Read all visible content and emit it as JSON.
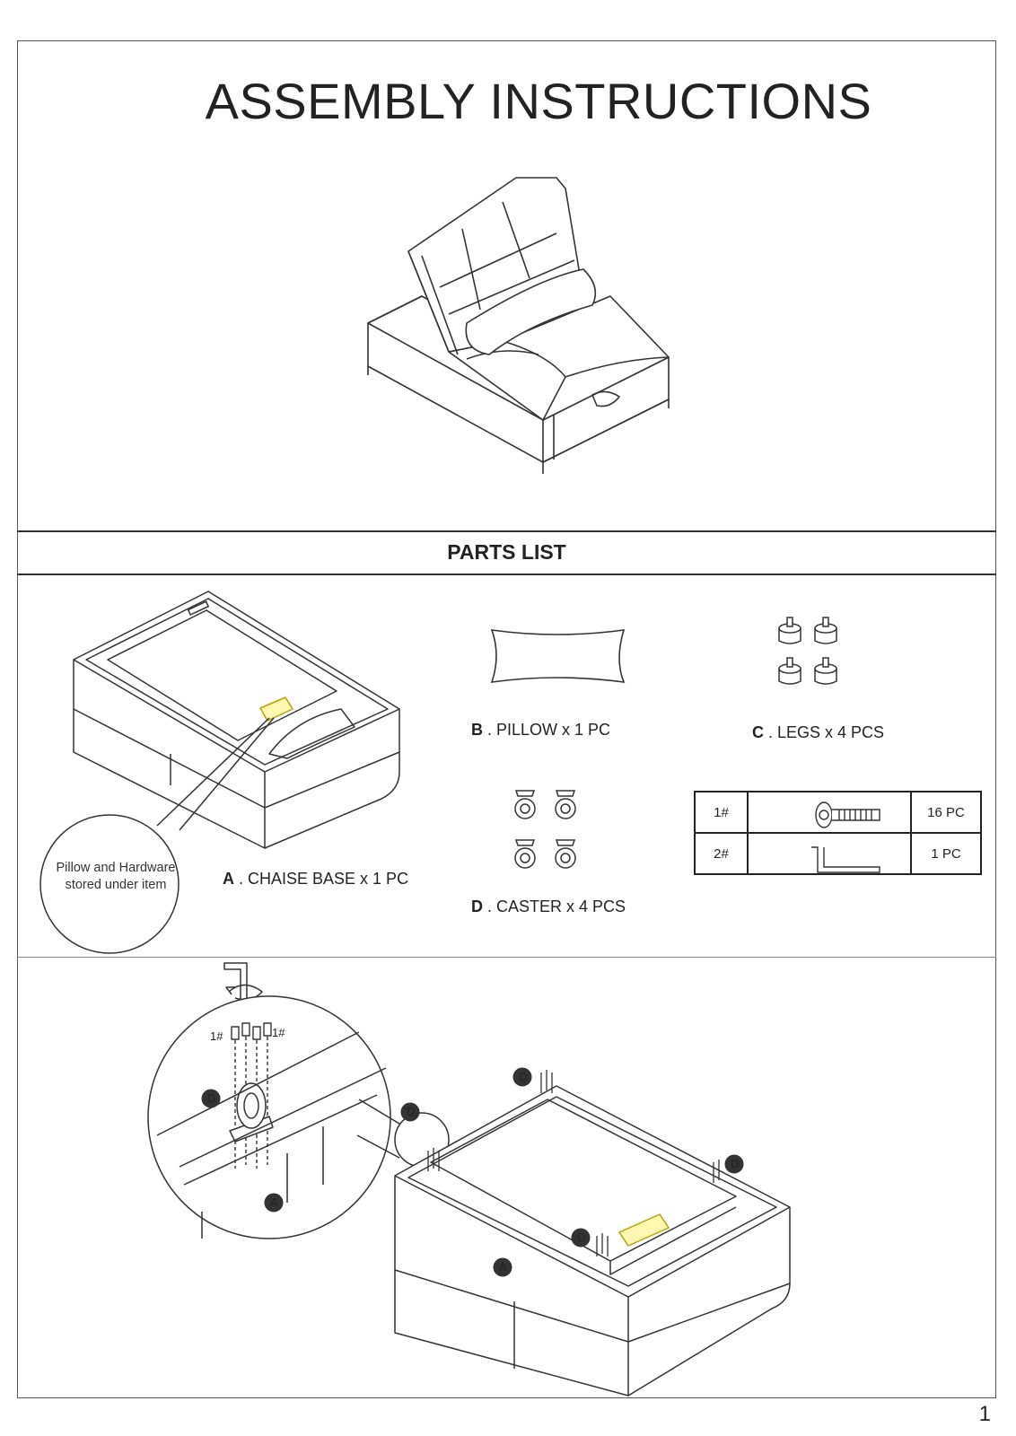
{
  "title": "ASSEMBLY INSTRUCTIONS",
  "parts_list_heading": "PARTS LIST",
  "parts": {
    "a": {
      "letter": "A",
      "text": " . CHAISE BASE x 1 PC"
    },
    "b": {
      "letter": "B",
      "text": " . PILLOW x 1 PC"
    },
    "c": {
      "letter": "C",
      "text": " . LEGS x 4 PCS"
    },
    "d": {
      "letter": "D",
      "text": " . CASTER x 4 PCS"
    }
  },
  "storage_note": {
    "line1": "Pillow and Hardware",
    "line2": "stored under item"
  },
  "hardware": [
    {
      "id": "1#",
      "icon": "screw-icon",
      "qty": "16 PC"
    },
    {
      "id": "2#",
      "icon": "allen-key-icon",
      "qty": "1 PC"
    }
  ],
  "step_callouts": {
    "screw": "1#",
    "caster": "D",
    "base": "A"
  },
  "page_number": "1"
}
